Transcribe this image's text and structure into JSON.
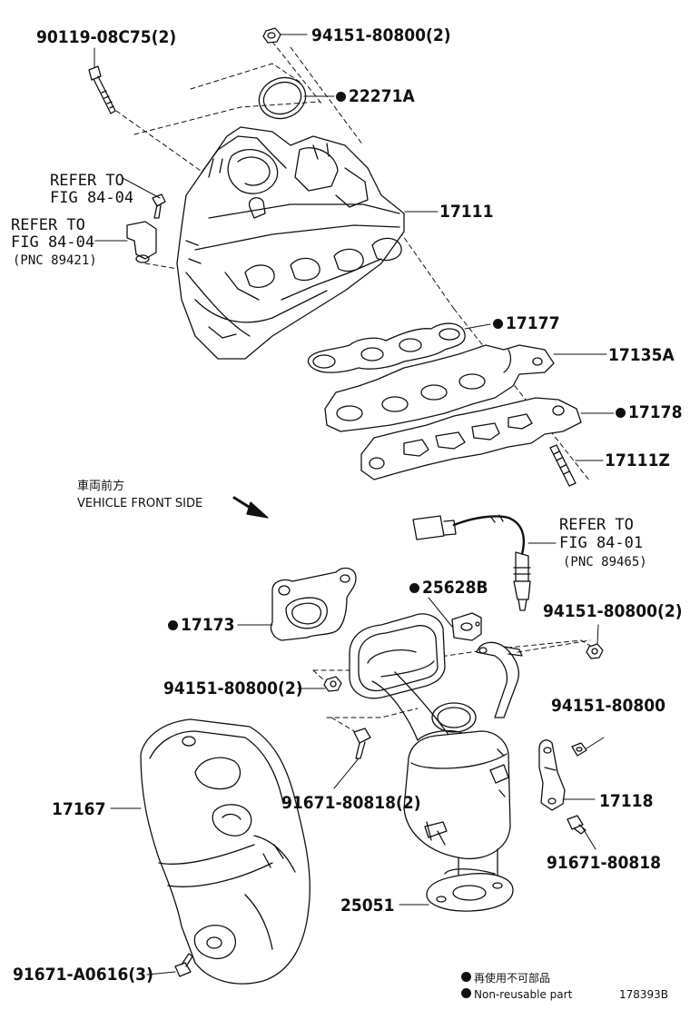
{
  "labels": {
    "p90119": "90119-08C75(2)",
    "p94151_top": "94151-80800(2)",
    "p22271A": "22271A",
    "refer1_a": "REFER TO",
    "refer1_b": "FIG 84-04",
    "refer2_a": "REFER TO",
    "refer2_b": "FIG 84-04",
    "refer2_c": "(PNC 89421)",
    "p17111": "17111",
    "p17177": "17177",
    "p17135A": "17135A",
    "p17178": "17178",
    "p17111Z": "17111Z",
    "front_jp": "車両前方",
    "front_en": "VEHICLE FRONT SIDE",
    "refer3_a": "REFER TO",
    "refer3_b": "FIG 84-01",
    "refer3_c": "(PNC 89465)",
    "p25628B": "25628B",
    "p17173": "17173",
    "p94151_mid_r": "94151-80800(2)",
    "p94151_mid_l": "94151-80800(2)",
    "p94151_single": "94151-80800",
    "p17167": "17167",
    "p91671_80818_2": "91671-80818(2)",
    "p17118": "17118",
    "p91671_80818": "91671-80818",
    "p25051": "25051",
    "p91671_A0616": "91671-A0616(3)"
  },
  "legend": {
    "jp": "再使用不可部品",
    "en": "Non-reusable part"
  },
  "figure_id": "178393B"
}
